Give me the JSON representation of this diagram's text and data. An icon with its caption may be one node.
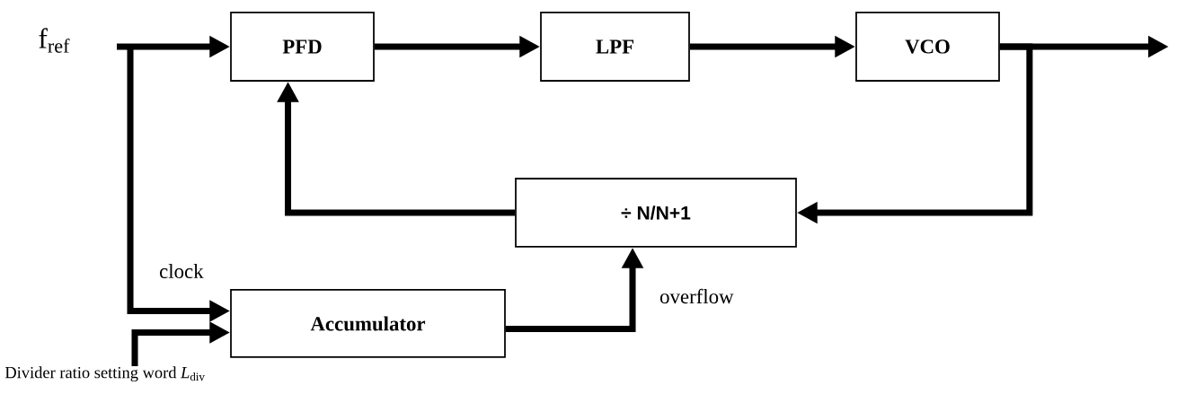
{
  "diagram": {
    "nodes": [
      {
        "text": [
          "f$_{ref}$"
        ]
      },
      {
        "text": [
          "PFD"
        ]
      },
      {
        "text": [
          "LPF"
        ]
      },
      {
        "text": [
          "VCO"
        ]
      },
      {
        "text": [
          "÷ N/N+1"
        ]
      },
      {
        "text": [
          "Accumulator"
        ]
      },
      {
        "text": [
          "Divider ratio setting word *L*$_{div}$"
        ]
      }
    ],
    "edges": [
      {
        "from": 0,
        "to": 1,
        "arrow": "to"
      },
      {
        "from": 0,
        "to": 5,
        "arrow": "to",
        "label": "clock"
      },
      {
        "from": 1,
        "to": 2,
        "arrow": "to"
      },
      {
        "from": 2,
        "to": 3,
        "arrow": "to"
      },
      {
        "from": 3,
        "to": null,
        "arrow": "to"
      },
      {
        "from": 3,
        "to": 4,
        "arrow": "to"
      },
      {
        "from": 4,
        "to": 1,
        "arrow": "to"
      },
      {
        "from": 5,
        "to": 4,
        "arrow": "to",
        "label": "overflow"
      },
      {
        "from": 6,
        "to": 5,
        "arrow": "to"
      }
    ]
  }
}
